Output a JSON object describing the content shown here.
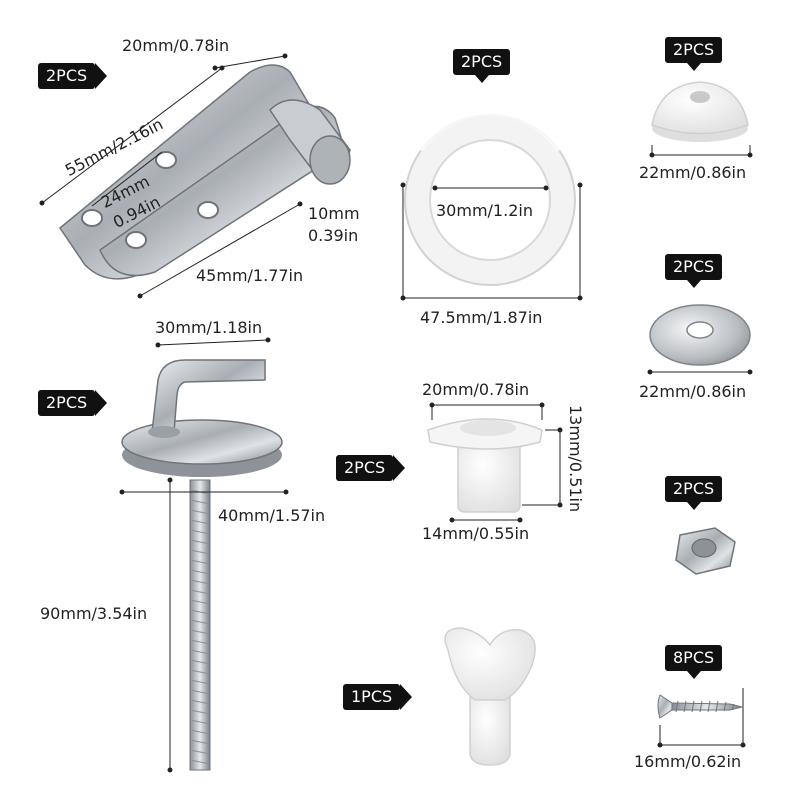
{
  "items": {
    "hinge": {
      "qty": "2PCS",
      "dims": [
        "20mm/0.78in",
        "55mm/2.16in",
        "24mm",
        "0.94in",
        "10mm",
        "0.39in",
        "45mm/1.77in"
      ]
    },
    "ring": {
      "qty": "2PCS",
      "dims": [
        "30mm/1.2in",
        "47.5mm/1.87in"
      ]
    },
    "cap": {
      "qty": "2PCS",
      "dims": [
        "22mm/0.86in"
      ]
    },
    "washer": {
      "qty": "2PCS",
      "dims": [
        "22mm/0.86in"
      ]
    },
    "bolt": {
      "qty": "2PCS",
      "dims": [
        "30mm/1.18in",
        "40mm/1.57in",
        "90mm/3.54in"
      ]
    },
    "bushing": {
      "qty": "2PCS",
      "dims": [
        "20mm/0.78in",
        "13mm/0.51in",
        "14mm/0.55in"
      ]
    },
    "nut": {
      "qty": "2PCS"
    },
    "key": {
      "qty": "1PCS"
    },
    "screw": {
      "qty": "8PCS",
      "dims": [
        "16mm/0.62in"
      ]
    }
  },
  "colors": {
    "badge": "#111111",
    "badge_text": "#ffffff",
    "steel": "#b9bdc2",
    "plastic": "#f2f2f2",
    "dim_line": "#222222"
  }
}
